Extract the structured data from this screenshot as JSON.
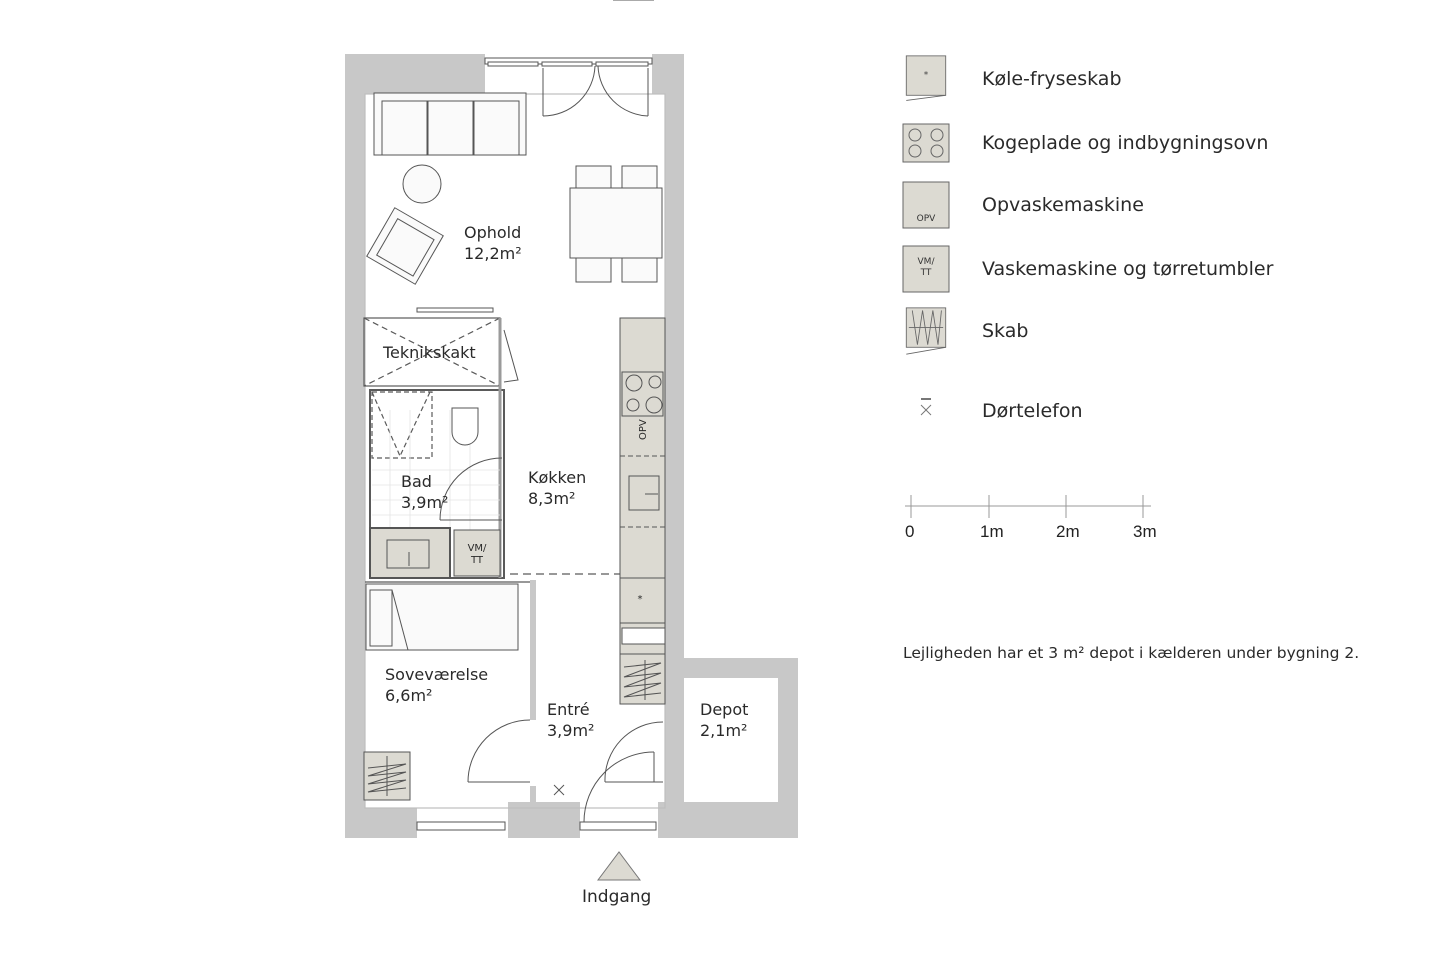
{
  "plan": {
    "rooms": [
      {
        "name": "Ophold",
        "area": "12,2m²"
      },
      {
        "name": "Teknikskakt",
        "area": ""
      },
      {
        "name": "Bad",
        "area": "3,9m²"
      },
      {
        "name": "Køkken",
        "area": "8,3m²"
      },
      {
        "name": "Soveværelse",
        "area": "6,6m²"
      },
      {
        "name": "Entré",
        "area": "3,9m²"
      },
      {
        "name": "Depot",
        "area": "2,1m²"
      }
    ],
    "appliance_labels": {
      "dishwasher": "OPV",
      "washer_dryer_line1": "VM/",
      "washer_dryer_line2": "TT"
    },
    "entrance_label": "Indgang"
  },
  "legend": {
    "items": [
      {
        "icon": "fridge-freezer-icon",
        "label": "Køle-fryseskab"
      },
      {
        "icon": "hob-oven-icon",
        "label": "Kogeplade og indbygningsovn"
      },
      {
        "icon": "dishwasher-icon",
        "label": "Opvaskemaskine",
        "icon_text": "OPV"
      },
      {
        "icon": "washer-dryer-icon",
        "label": "Vaskemaskine og tørretumbler",
        "icon_text_1": "VM/",
        "icon_text_2": "TT"
      },
      {
        "icon": "cabinet-icon",
        "label": "Skab"
      },
      {
        "icon": "door-phone-icon",
        "label": "Dørtelefon"
      }
    ]
  },
  "scale_bar": {
    "ticks": [
      "0",
      "1m",
      "2m",
      "3m"
    ]
  },
  "note": "Lejligheden har et 3 m² depot i kælderen under bygning 2.",
  "colors": {
    "wall": "#c8c8c8",
    "appliance_fill": "#dcdad2",
    "line": "#4a4a4a"
  }
}
